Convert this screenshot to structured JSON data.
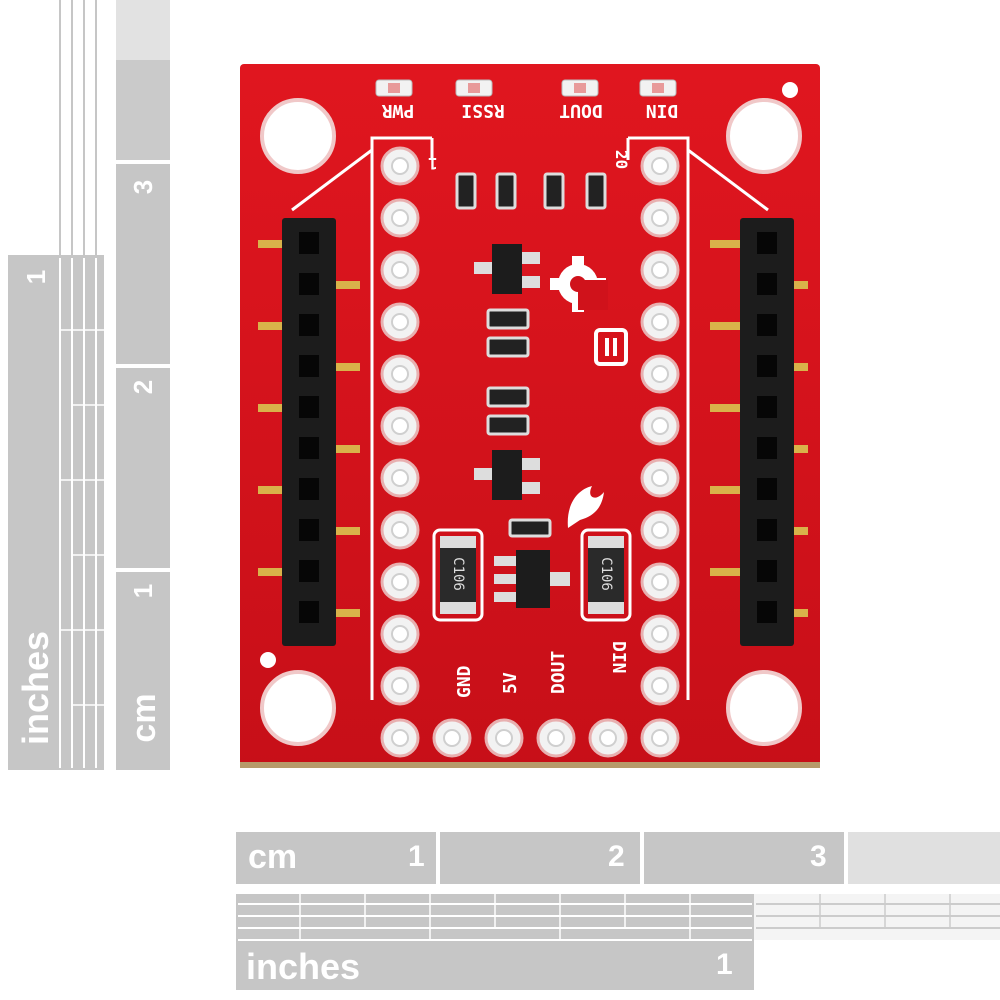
{
  "rulers": {
    "vertical_cm": {
      "unit": "cm",
      "numbers": [
        "1",
        "2",
        "3"
      ]
    },
    "vertical_inches": {
      "unit": "inches",
      "numbers": [
        "1"
      ]
    },
    "horizontal_cm": {
      "unit": "cm",
      "numbers": [
        "1",
        "2",
        "3"
      ]
    },
    "horizontal_inches": {
      "unit": "inches",
      "numbers": [
        "1"
      ]
    }
  },
  "board": {
    "color": "#d0121b",
    "silk_color": "#ffffff",
    "top_labels": [
      "PWR",
      "RSSI",
      "DOUT",
      "DIN"
    ],
    "pin1_label": "1",
    "pin20_label": "20",
    "bottom_labels": [
      "GND",
      "5V",
      "DOUT",
      "DIN"
    ],
    "cap_labels": [
      "C106",
      "C106"
    ]
  },
  "colors": {
    "ruler_gray": "#c8c8c8",
    "ruler_dark": "#b4b4b4",
    "header_black": "#1c1c1c",
    "gold": "#d9b24a",
    "pad_white": "#f2f2f2"
  }
}
